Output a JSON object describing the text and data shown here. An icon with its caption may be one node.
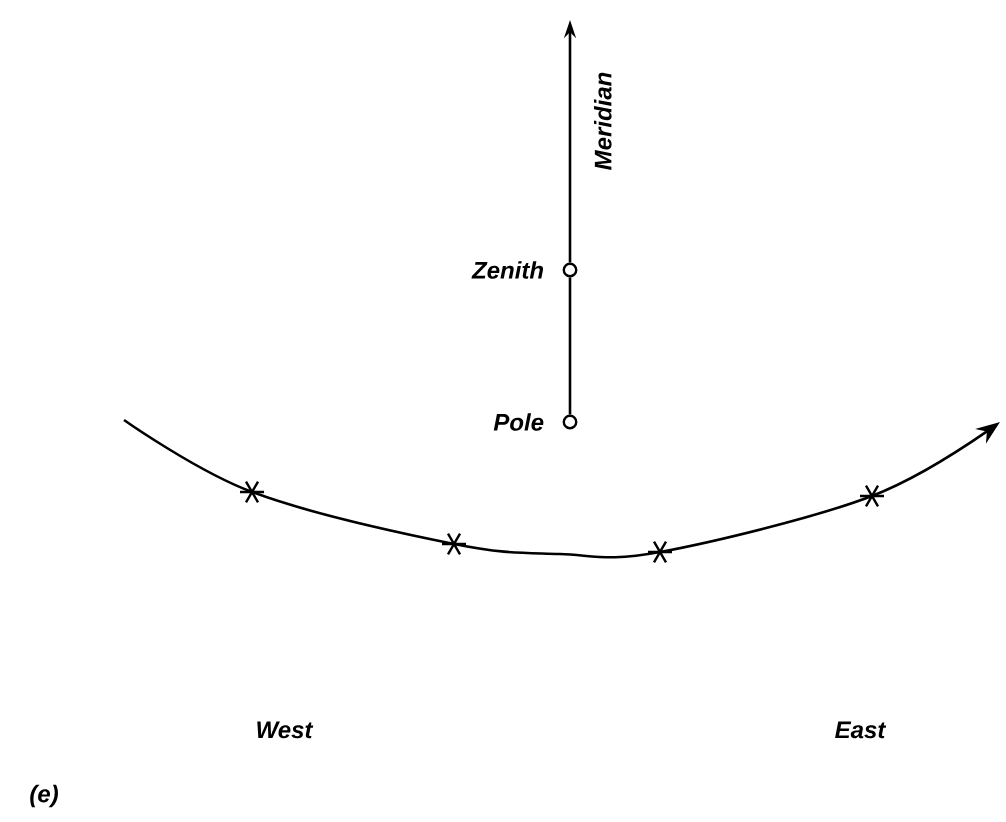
{
  "diagram": {
    "nodes": [
      {
        "text": [],
        "shape": "circle",
        "beside": [
          "Zenith"
        ]
      },
      {
        "text": [],
        "shape": "circle",
        "beside": [
          "Pole"
        ]
      }
    ],
    "edges": [
      {
        "from": 1,
        "to": 0,
        "arrow": "none"
      },
      {
        "from": 0,
        "to": null,
        "arrow": "to",
        "label": "Meridian"
      }
    ],
    "labels": [
      "West",
      "East",
      "(e)"
    ]
  }
}
